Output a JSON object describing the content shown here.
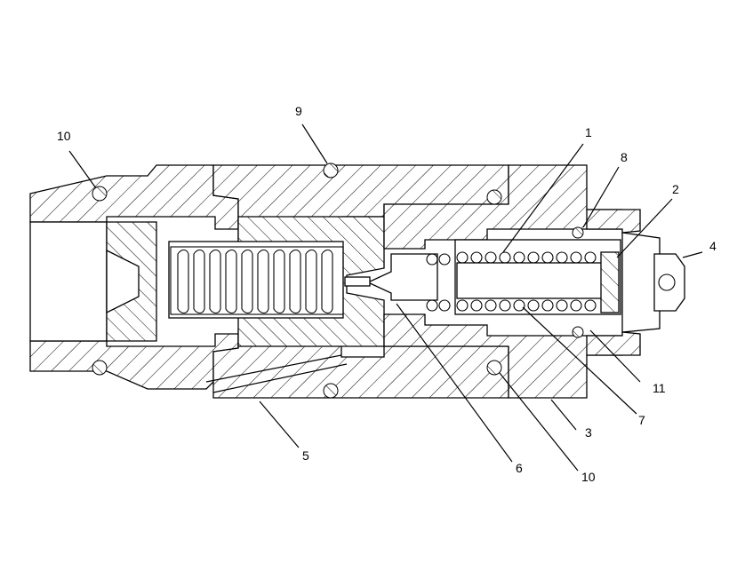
{
  "diagram": {
    "callouts": [
      {
        "id": "c10a",
        "label": "10"
      },
      {
        "id": "c9",
        "label": "9"
      },
      {
        "id": "c1",
        "label": "1"
      },
      {
        "id": "c8",
        "label": "8"
      },
      {
        "id": "c2",
        "label": "2"
      },
      {
        "id": "c4",
        "label": "4"
      },
      {
        "id": "c11",
        "label": "11"
      },
      {
        "id": "c7",
        "label": "7"
      },
      {
        "id": "c3",
        "label": "3"
      },
      {
        "id": "c10b",
        "label": "10"
      },
      {
        "id": "c6",
        "label": "6"
      },
      {
        "id": "c5",
        "label": "5"
      }
    ],
    "colors": {
      "ink": "#000000",
      "paper": "#ffffff"
    }
  }
}
